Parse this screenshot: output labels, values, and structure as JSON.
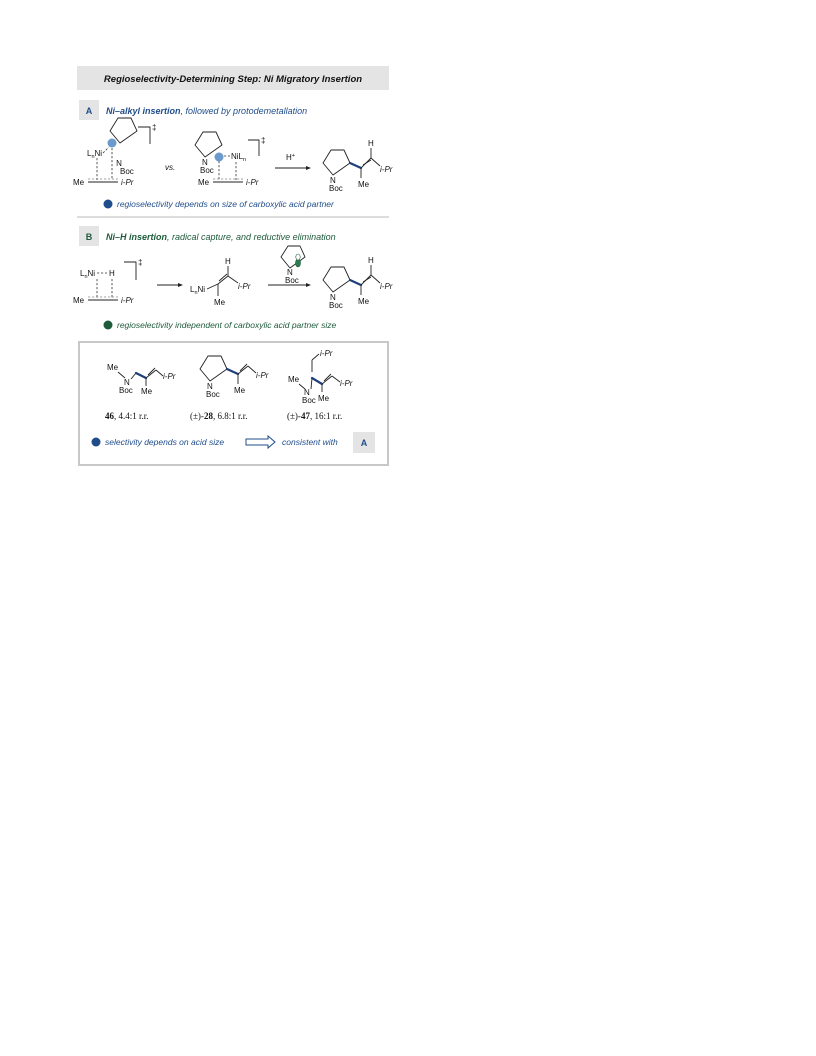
{
  "header": {
    "title": "Regioselectivity-Determining Step: Ni Migratory Insertion"
  },
  "panel_a": {
    "badge": "A",
    "heading_bold": "Ni–alkyl insertion",
    "heading_rest": ", followed by protodemetallation",
    "vs": "vs.",
    "reagent": "H",
    "reagent_sup": "+",
    "note": "regioselectivity depends on size of carboxylic acid partner",
    "accent_color": "#1f4d8a"
  },
  "panel_b": {
    "badge": "B",
    "heading_bold": "Ni–H insertion",
    "heading_rest": ", radical capture, and reductive elimination",
    "note": "regioselectivity independent of carboxylic acid partner size",
    "accent_color": "#1e5b3b"
  },
  "atoms": {
    "dagger": "‡",
    "h": "H",
    "me": "Me",
    "ipr": "i-Pr",
    "n": "N",
    "boc": "Boc",
    "ni": "Ni",
    "l": "L",
    "sub_n": "n",
    "nil": "NiL"
  },
  "products": {
    "items": [
      {
        "id": "46",
        "prefix": "",
        "label": ", 4.4:1 r.r."
      },
      {
        "id": "28",
        "prefix": "(±)-",
        "label": ", 6.8:1 r.r."
      },
      {
        "id": "47",
        "prefix": "(±)-",
        "label": ", 16:1 r.r."
      }
    ],
    "summary_left": "selectivity depends on acid size",
    "summary_right": "consistent with",
    "summary_badge": "A"
  }
}
